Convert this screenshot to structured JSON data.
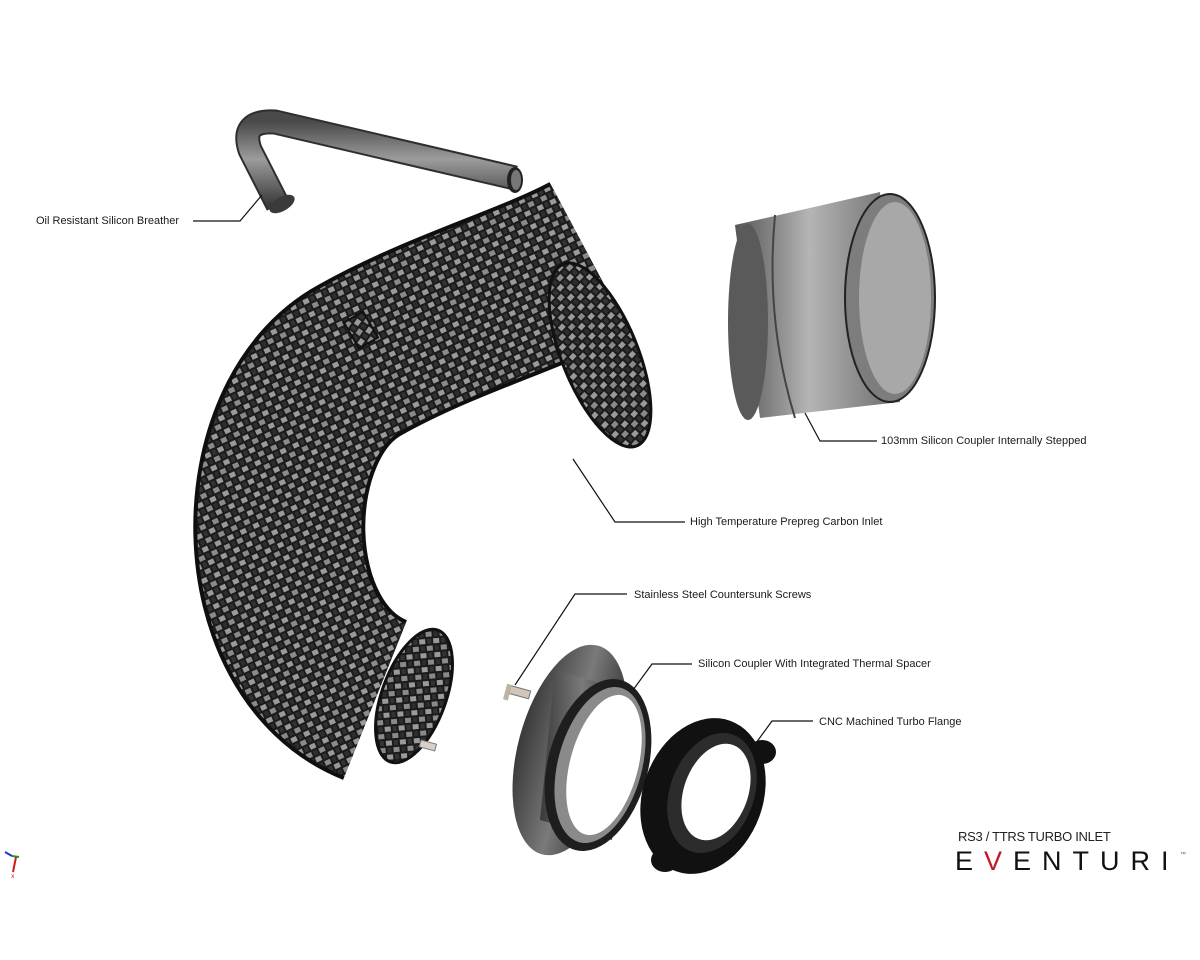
{
  "diagram": {
    "title": "RS3 / TTRS TURBO INLET",
    "brand": {
      "letters": [
        "E",
        "V",
        "E",
        "N",
        "T",
        "U",
        "R",
        "I"
      ],
      "accent_letter_index": 1,
      "accent_color": "#c0192b",
      "trademark": "™"
    },
    "parts": [
      {
        "id": "breather",
        "label": "Oil Resistant Silicon Breather"
      },
      {
        "id": "coupler-103",
        "label": "103mm Silicon Coupler Internally Stepped"
      },
      {
        "id": "carbon-inlet",
        "label": "High Temperature Prepreg Carbon Inlet"
      },
      {
        "id": "screws",
        "label": "Stainless Steel Countersunk Screws"
      },
      {
        "id": "thermal-coupler",
        "label": "Silicon Coupler With Integrated Thermal Spacer"
      },
      {
        "id": "turbo-flange",
        "label": "CNC Machined Turbo Flange"
      }
    ]
  }
}
